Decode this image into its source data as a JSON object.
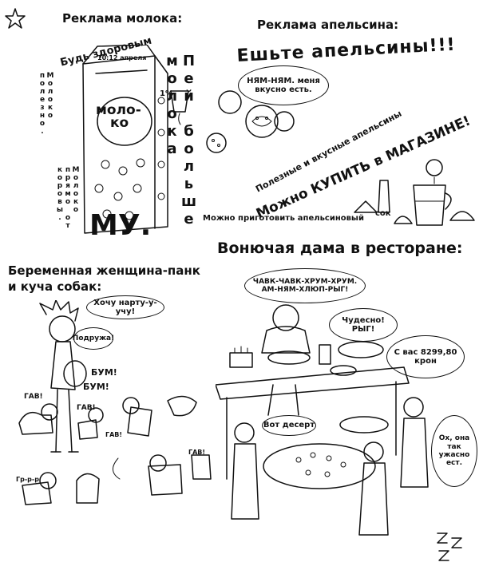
{
  "corner_icon": "star-doodle-icon",
  "zzz_icon": "sleep-zzz-icon",
  "milk_panel": {
    "title": "Реклама молока:",
    "slogan": "Будь здоровым",
    "drink_more": "Пей больше молока",
    "carton_date": "10:12 апреля",
    "carton_label_1": "моло-",
    "carton_label_2": "ко",
    "carton_fat": "1%",
    "carton_moo": "МУ.",
    "side_words": "Молоко полезно.",
    "bottom_note": "Молоко прямо от коровы."
  },
  "orange_panel": {
    "title": "Реклама апельсина:",
    "headline": "Ешьте апельсины!!!",
    "bubble": "НЯМ-НЯМ. меня вкусно есть.",
    "diag_small": "Полезные и вкусные апельсины",
    "diag_big": "Можно КУПИТЬ в МАГАЗИНЕ!",
    "juice_note": "Можно приготовить апельсиновый",
    "sok": "сок"
  },
  "punk_panel": {
    "title_line1": "Беременная женщина-панк",
    "title_line2": "и куча собак:",
    "bubble_song": "Хочу нарту-у-учу!",
    "bubble_podruga": "Подружа!",
    "bum1": "БУМ!",
    "bum2": "БУМ!",
    "gav1": "ГАВ!",
    "gav2": "ГАВ!",
    "gav3": "ГАВ!",
    "gav4": "ГАВ!",
    "grrr": "Гр-р-р"
  },
  "restaurant_panel": {
    "title": "Вонючая дама в ресторане:",
    "bubble_chew": "ЧАВК-ЧАВК-ХРУМ-ХРУМ. АМ-НЯМ-ХЛЮП-РЫГ!",
    "bubble_great": "Чудесно! РЫГ!",
    "bubble_bill": "С вас 8299,80 крон",
    "bubble_dessert": "Вот десерт",
    "bubble_waiter": "Ох, она так ужасно ест."
  }
}
